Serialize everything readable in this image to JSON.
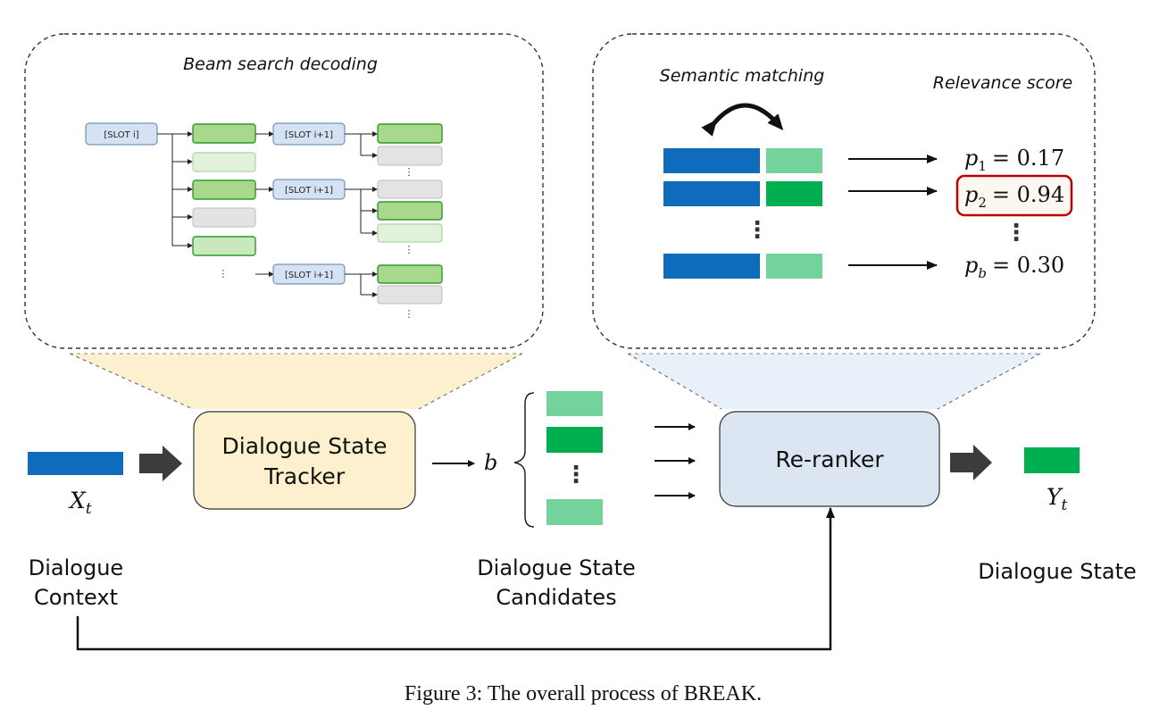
{
  "beam_panel": {
    "title": "Beam search decoding",
    "slot_root": "[SLOT i]",
    "slot_next_1": "[SLOT i+1]",
    "slot_next_2": "[SLOT i+1]",
    "slot_next_3": "[SLOT i+1]",
    "dots": "⋮"
  },
  "rerank_panel": {
    "title_left": "Semantic matching",
    "title_right": "Relevance score",
    "scores": [
      {
        "sym": "p",
        "sub": "1",
        "value": "= 0.17"
      },
      {
        "sym": "p",
        "sub": "2",
        "value": "= 0.94"
      },
      {
        "sym": "p",
        "sub": "b",
        "value": "= 0.30"
      }
    ],
    "dots": "⋮"
  },
  "main": {
    "input_sym": "X",
    "input_sub": "t",
    "tracker_line1": "Dialogue State",
    "tracker_line2": "Tracker",
    "beam_size": "b",
    "candidates_dots": "⋮",
    "reranker_label": "Re-ranker",
    "output_sym": "Y",
    "output_sub": "t"
  },
  "labels": {
    "context_line1": "Dialogue",
    "context_line2": "Context",
    "candidates_line1": "Dialogue State",
    "candidates_line2": "Candidates",
    "state": "Dialogue State"
  },
  "caption": "Figure 3: The overall process of BREAK.",
  "colors": {
    "blue": "#0f6cbd",
    "green_dark": "#00b050",
    "green_light": "#73d39b",
    "tracker_fill": "#fdf0cf",
    "reranker_fill": "#dbe6f2",
    "slot_fill": "#d5e2f3",
    "highlight_red": "#c00000"
  }
}
